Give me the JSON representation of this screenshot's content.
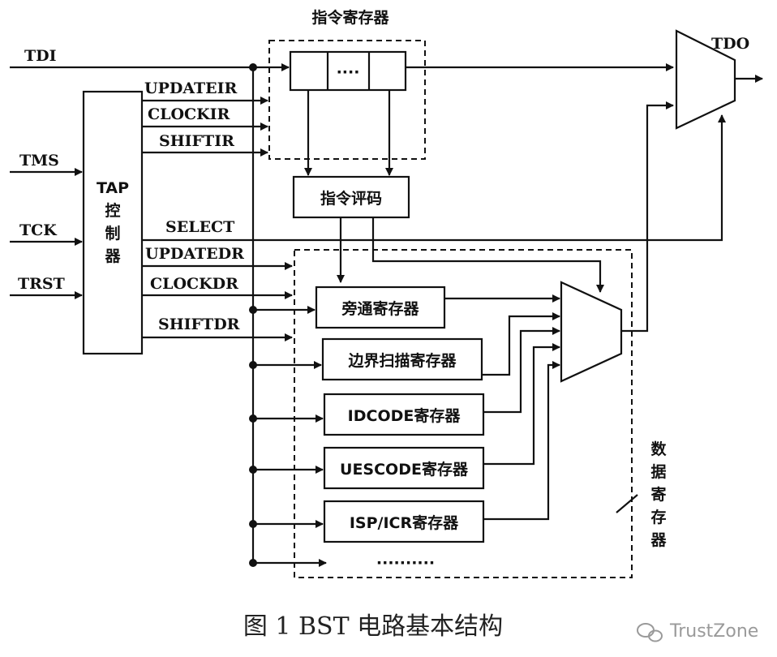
{
  "title": "指令寄存器",
  "signals": {
    "tdi": "TDI",
    "tms": "TMS",
    "tck": "TCK",
    "trst": "TRST",
    "tdo": "TDO",
    "updateir": "UPDATEIR",
    "clockir": "CLOCKIR",
    "shiftir": "SHIFTIR",
    "select": "SELECT",
    "updatedr": "UPDATEDR",
    "clockdr": "CLOCKDR",
    "shiftdr": "SHIFTDR"
  },
  "tap": {
    "l1": "TAP",
    "l2": "控",
    "l3": "制",
    "l4": "器"
  },
  "ir_cells": {
    "dots": "····"
  },
  "decoder": "指令评码",
  "registers": {
    "bypass": "旁通寄存器",
    "boundary": "边界扫描寄存器",
    "idcode": "IDCODE寄存器",
    "uescode": "UESCODE寄存器",
    "ispicr": "ISP/ICR寄存器",
    "more": "··········"
  },
  "data_reg_label": {
    "c1": "数",
    "c2": "据",
    "c3": "寄",
    "c4": "存",
    "c5": "器"
  },
  "caption": "图 1   BST 电路基本结构",
  "watermark": "TrustZone"
}
